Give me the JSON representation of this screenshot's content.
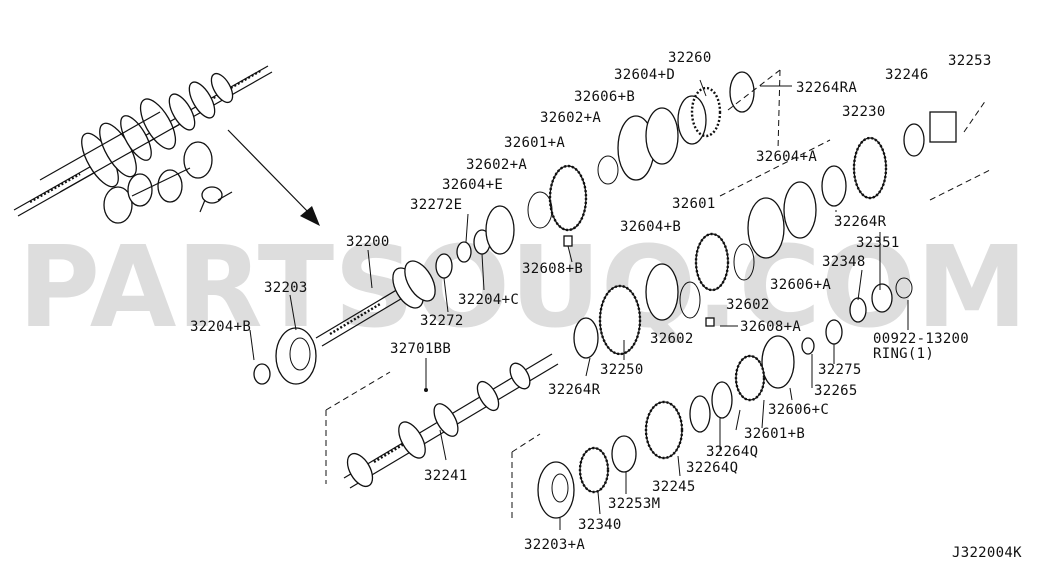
{
  "watermark": "PARTSOUQ.COM",
  "diagram_code": "J322004K",
  "labels": {
    "l32260": "32260",
    "l32604D": "32604+D",
    "l32264RA": "32264RA",
    "l32246": "32246",
    "l32253": "32253",
    "l32606B": "32606+B",
    "l32230": "32230",
    "l32602A_1": "32602+A",
    "l32601A": "32601+A",
    "l32604A": "32604+A",
    "l32602A_2": "32602+A",
    "l32604E": "32604+E",
    "l32272E": "32272E",
    "l32601": "32601",
    "l32264R_1": "32264R",
    "l32604B": "32604+B",
    "l32200": "32200",
    "l32351": "32351",
    "l32608B": "32608+B",
    "l32348": "32348",
    "l32204C": "32204+C",
    "l32606A": "32606+A",
    "l32203": "32203",
    "l32272": "32272",
    "l32602_1": "32602",
    "l32608A": "32608+A",
    "l00922": "00922-13200",
    "lRing": "RING(1)",
    "l32204B": "32204+B",
    "l32602_2": "32602",
    "l32275": "32275",
    "l32701BB": "32701BB",
    "l32250": "32250",
    "l32265": "32265",
    "l32264R_2": "32264R",
    "l32606C": "32606+C",
    "l32601B": "32601+B",
    "l32264Q_1": "32264Q",
    "l32241": "32241",
    "l32264Q_2": "32264Q",
    "l32245": "32245",
    "l32253M": "32253M",
    "l32340": "32340",
    "l32203A": "32203+A"
  }
}
